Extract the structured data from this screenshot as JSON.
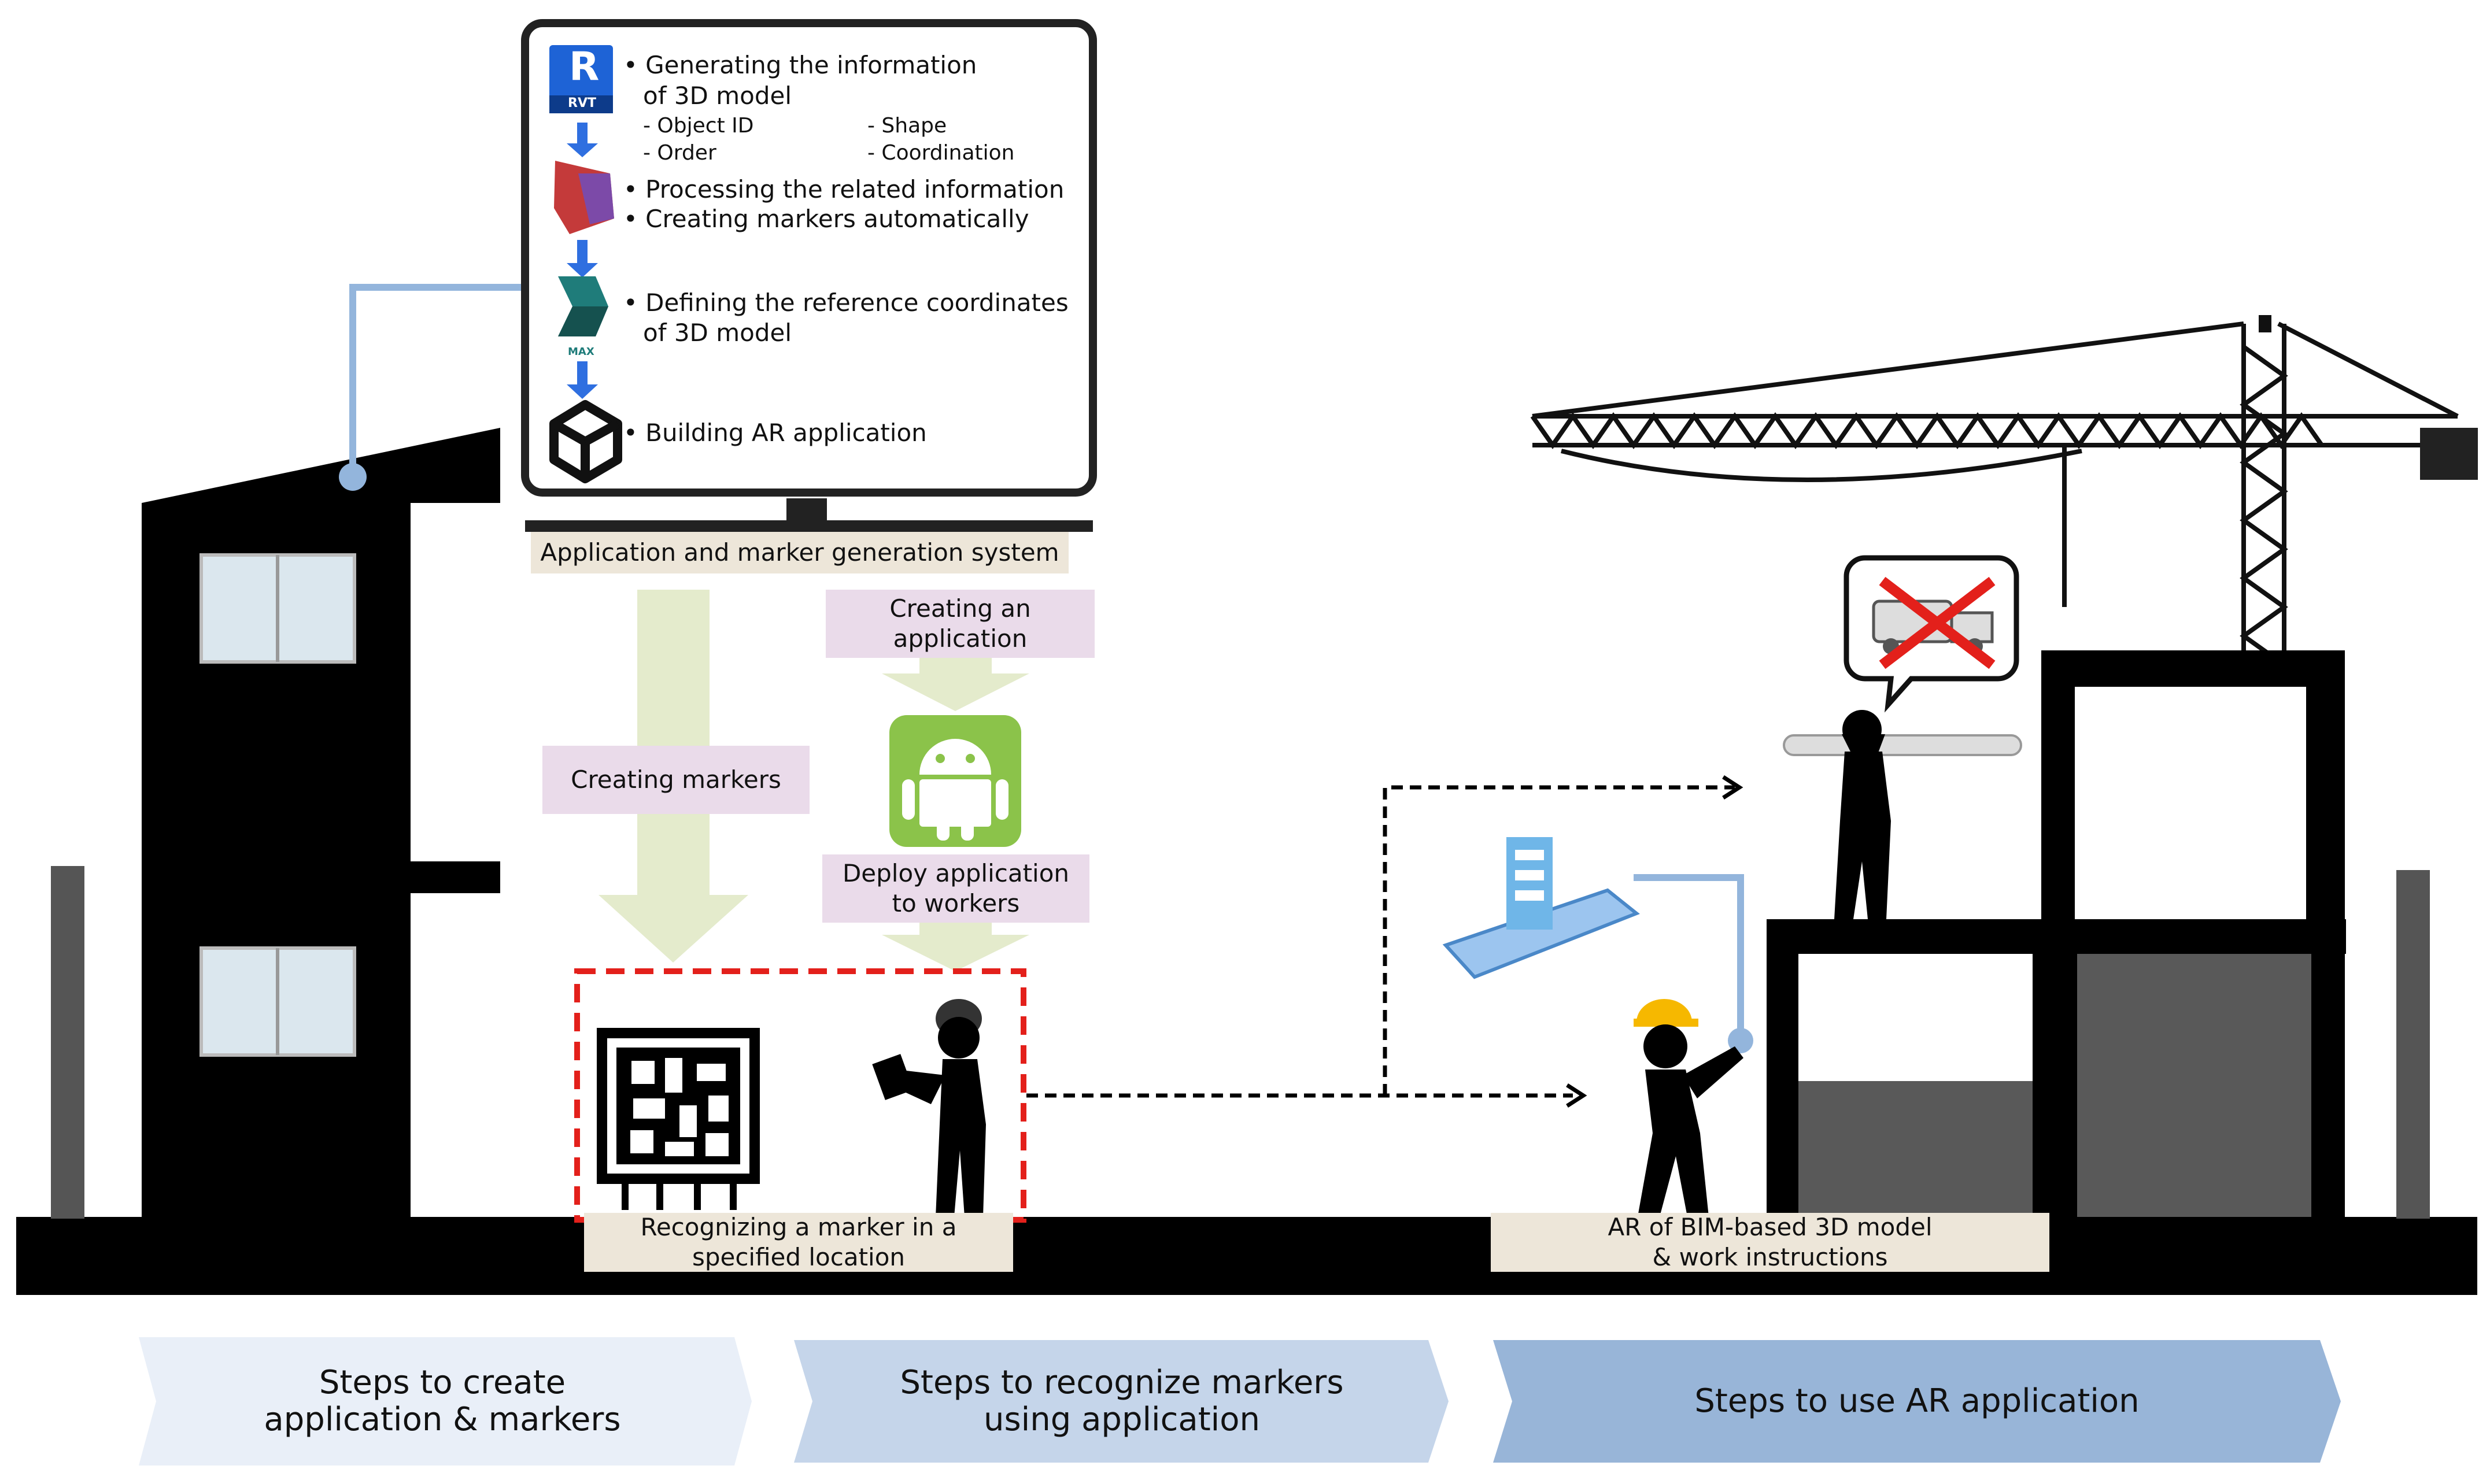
{
  "system_box": {
    "step1": {
      "title_line1": "• Generating the information",
      "title_line2": "of 3D model",
      "sub1": "- Object ID",
      "sub2": "- Shape",
      "sub3": "- Order",
      "sub4": "- Coordination"
    },
    "step2_line1": "• Processing the related information",
    "step2_line2": "• Creating markers automatically",
    "step3_line1": "• Defining the reference coordinates",
    "step3_line2": "of 3D model",
    "step4": "• Building AR application",
    "icon_labels": {
      "revit": "R",
      "revit_sub": "RVT",
      "max_sub": "MAX"
    },
    "caption": "Application and marker generation system"
  },
  "labels": {
    "creating_application": [
      "Creating an",
      "application"
    ],
    "creating_markers": "Creating markers",
    "deploy": [
      "Deploy application",
      "to workers"
    ],
    "recognizing": [
      "Recognizing a marker in a",
      "specified location"
    ],
    "ar_model": [
      "AR of BIM-based 3D model",
      "& work instructions"
    ]
  },
  "steps": [
    {
      "lines": [
        "Steps to create",
        "application & markers"
      ],
      "color": "#e9eff8"
    },
    {
      "lines": [
        "Steps to recognize markers",
        "using application"
      ],
      "color": "#c5d5ea"
    },
    {
      "lines": [
        "Steps to use AR application"
      ],
      "color": "#98b5d8"
    }
  ],
  "colors": {
    "silhouette": "#000000",
    "arrow_green": "#e4ebcc",
    "connector_blue": "#93b5dc",
    "marker_dash_red": "#e3201b",
    "android_green": "#8bc34a",
    "helmet_yellow": "#f6b800",
    "window_glass": "#dbe7ee",
    "building_grey": "#595959"
  }
}
